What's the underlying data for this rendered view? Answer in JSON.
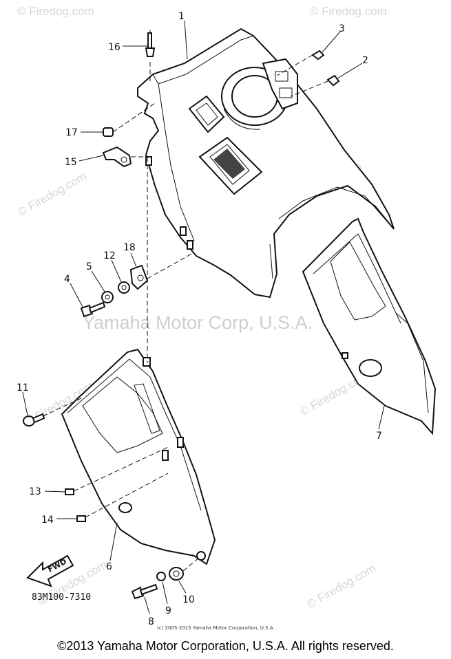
{
  "watermarks": {
    "site": "© Firedog.com",
    "center": "Yamaha Motor Corp, U.S.A."
  },
  "callouts": {
    "c1": "1",
    "c2": "2",
    "c3": "3",
    "c4": "4",
    "c5": "5",
    "c6": "6",
    "c7": "7",
    "c8": "8",
    "c9": "9",
    "c10": "10",
    "c11": "11",
    "c12": "12",
    "c13": "13",
    "c14": "14",
    "c15": "15",
    "c16": "16",
    "c17": "17",
    "c18": "18"
  },
  "fwd_label": "FWD",
  "diagram_code": "83M100-7310",
  "small_copyright": "(c) 2005-2015 Yamaha Motor Corporation, U.S.A.",
  "copyright": "©2013 Yamaha Motor Corporation, U.S.A. All rights reserved."
}
